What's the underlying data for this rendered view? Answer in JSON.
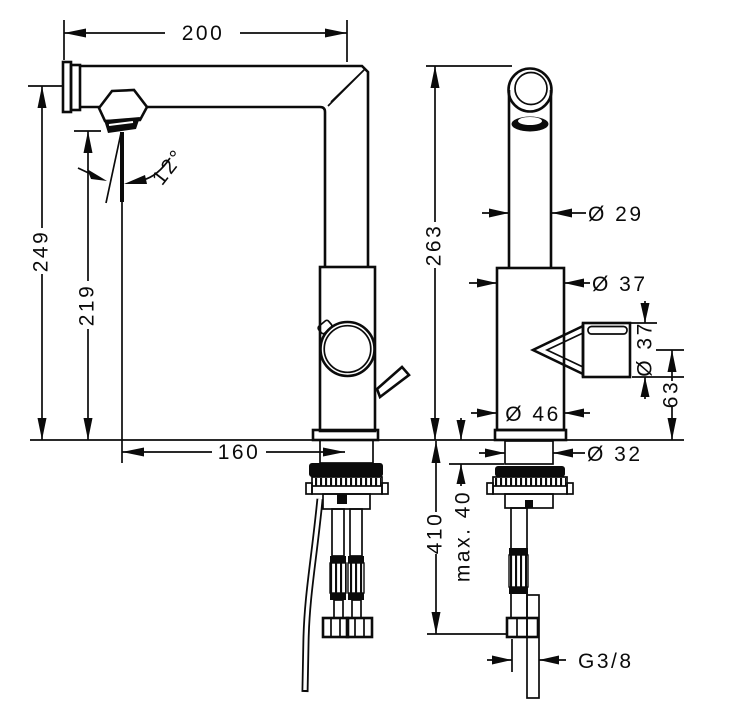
{
  "drawing": {
    "subject": "kitchen-faucet-technical-dimension-drawing",
    "background": "#ffffff",
    "line_color": "#0b0b0b",
    "views": {
      "side_view": {
        "dimensions": {
          "spout_reach": "200",
          "total_height": "249",
          "outlet_height": "219",
          "outlet_angle": "12°",
          "outlet_offset": "160"
        }
      },
      "front_view": {
        "dimensions": {
          "spout_top_height": "263",
          "spout_diameter": "Ø 29",
          "body_diameter": "Ø 37",
          "handle_diameter": "Ø 37",
          "handle_center_height": "63",
          "base_diameter": "Ø 46",
          "shank_diameter": "Ø 32",
          "max_deck_thickness": "max. 40",
          "hose_length_below_deck": "410",
          "connection_thread": "G3/8"
        }
      }
    }
  }
}
